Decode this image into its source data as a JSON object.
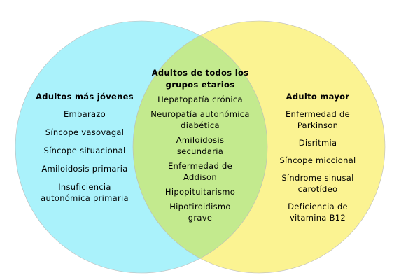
{
  "colors": {
    "left_circle": "#aaf2fb",
    "right_circle": "#fbf392",
    "overlap": "#c3ea8e",
    "outline": "#bbbbbb"
  },
  "groups": {
    "left": {
      "heading": "Adultos más jóvenes",
      "items": [
        "Embarazo",
        "Síncope vasovagal",
        "Síncope situacional",
        "Amiloidosis primaria",
        "Insuficiencia autonómica primaria"
      ]
    },
    "center": {
      "heading": "Adultos de todos los grupos etarios",
      "items": [
        "Hepatopatía crónica",
        "Neuropatía autonómica diabética",
        "Amiloidosis secundaria",
        "Enfermedad de Addison",
        "Hipopituitarismo",
        "Hipotiroidismo grave"
      ]
    },
    "right": {
      "heading": "Adulto mayor",
      "items": [
        "Enfermedad de Parkinson",
        "Disritmia",
        "Síncope miccional",
        "Síndrome sinusal carotídeo",
        "Deficiencia de vitamina B12"
      ]
    }
  }
}
